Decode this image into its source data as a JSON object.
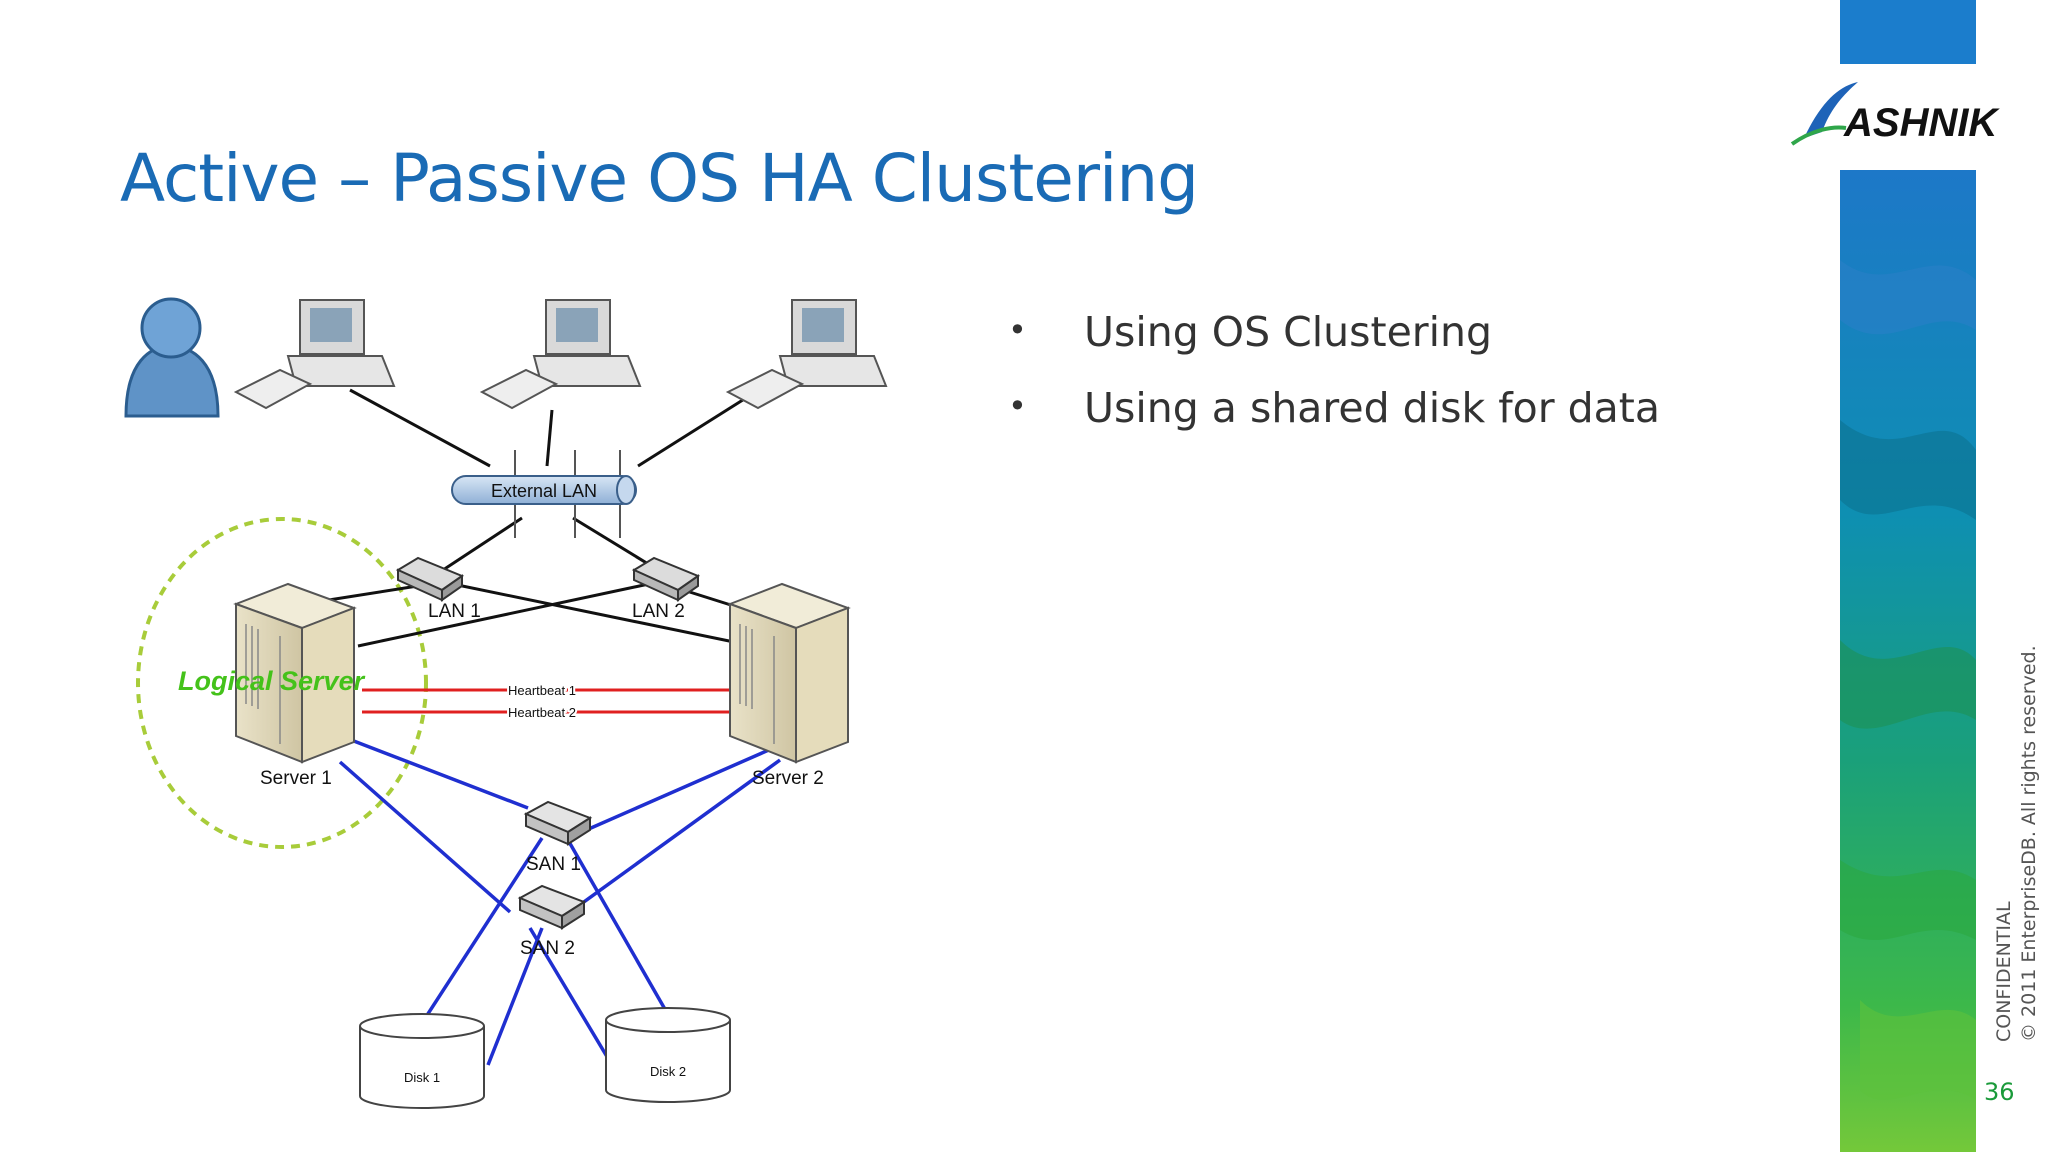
{
  "slide": {
    "title": "Active – Passive OS HA Clustering",
    "bullets": [
      "Using OS Clustering",
      "Using a shared disk for data"
    ],
    "footer": {
      "confidential": "CONFIDENTIAL",
      "copyright": "© 2011 EnterpriseDB. All rights reserved."
    },
    "page_number": "36",
    "logo_text": "ASHNIK"
  },
  "diagram": {
    "external_lan": "External LAN",
    "lan1": "LAN 1",
    "lan2": "LAN 2",
    "logical_server": "Logical Server",
    "heartbeat1": "Heartbeat 1",
    "heartbeat2": "Heartbeat 2",
    "server1": "Server 1",
    "server2": "Server 2",
    "san1": "SAN 1",
    "san2": "SAN 2",
    "disk1": "Disk 1",
    "disk2": "Disk 2"
  },
  "colors": {
    "title": "#1a6bb5",
    "heartbeat": "#e02020",
    "san_link": "#1f2fd0",
    "logical_server": "#44c21a"
  }
}
